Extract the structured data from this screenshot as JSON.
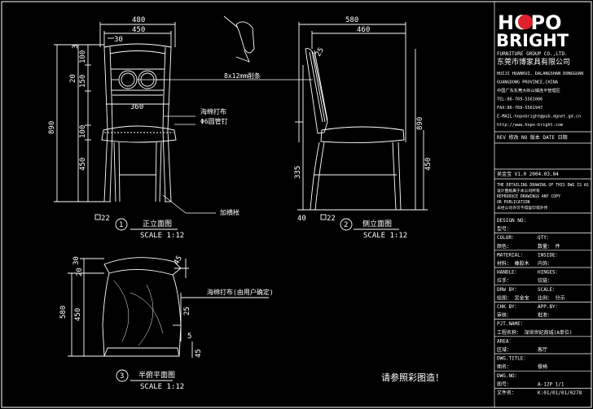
{
  "front_view": {
    "dims": {
      "w480": "480",
      "w450": "450",
      "w30": "30",
      "w360": "360",
      "h3": "3",
      "h100": "100",
      "h20": "20",
      "h150": "150",
      "h890": "890",
      "h100b": "100",
      "h450": "450",
      "b22": "22"
    },
    "title": "正立面图",
    "scale": "SCALE 1:12",
    "number": "1"
  },
  "side_view": {
    "dims": {
      "w580": "580",
      "w460": "460",
      "h25": "25",
      "h890": "890",
      "h335": "335",
      "h450": "450",
      "b40": "40",
      "b22": "22"
    },
    "title": "侧立面图",
    "scale": "SCALE 1:12",
    "number": "2"
  },
  "plan_view": {
    "dims": {
      "h30": "30",
      "h20": "20",
      "h45": "45",
      "h580": "580",
      "h450": "450",
      "h25": "25",
      "h5": "5",
      "h45b": "45"
    },
    "title": "半俯平面图",
    "scale": "SCALE 1:12",
    "number": "3"
  },
  "annotations": {
    "slat": "8x12mm削条",
    "fabric": "海绵打布",
    "nail": "Φ6圆管钉",
    "stretcher": "加横枨",
    "plan_fabric": "海绵打布(由用户确定)",
    "refer_photo": "请参照彩图造！"
  },
  "brand": {
    "logo_top": "HOPO",
    "logo_bottom": "BRIGHT",
    "company_en": "FURNITURE GROUP CO.,LTD.",
    "company_cn": "东莞市博家具有限公司"
  },
  "title_block": {
    "address_lines": [
      "HUIJI HUANKUI, DALANGSHAN DONGGUAN",
      "GUANGDONG PROVINCE,CHINA",
      "中国广东东莞大岭山镇连平管理区",
      "TEL:86-769-5561006",
      "FAX:86-769-5561947",
      "E-MAIL:hopobright@pub.dgnet.gd.cn",
      "http://www.hopo-bright.com"
    ],
    "rev_header": "REV 修改  NO 版本  DATE 日期",
    "rev_row": "吴金宝   V1.0  2004.03.04",
    "notice_lines": [
      "THE DETAILING DRAWING OF THIS DWG IS AS",
      "设计图纸属于本公司所有",
      "REPRODUCE DRAWINGS ANY COPY",
      "OR PUBLICATION",
      "未经公司许可不得复印或外传"
    ],
    "rows": [
      {
        "l": "DESIGN NO:",
        "r": ""
      },
      {
        "l": "型号：",
        "r": ""
      },
      {
        "l": "COLOR：",
        "r": "QTY："
      },
      {
        "l": "颜色：",
        "r": "数量：   件"
      },
      {
        "l": "MATERIAL：",
        "r": "INSIDE："
      },
      {
        "l": "材料：  橡胶木",
        "r": "内饰："
      },
      {
        "l": "HANDLE：",
        "r": "HINGES："
      },
      {
        "l": "拉手：",
        "r": "铰链："
      },
      {
        "l": "DRW BY：",
        "r": "SCALE："
      },
      {
        "l": "绘图：  吴金宝",
        "r": "比例：  分示"
      },
      {
        "l": "CHK BY：",
        "r": "APP.BY："
      },
      {
        "l": "审核：",
        "r": "批准："
      },
      {
        "l": "PJT.NAME：",
        "r": ""
      },
      {
        "l": "工程名称：  深圳世纪商城(A单位)",
        "r": ""
      },
      {
        "l": "AREA：",
        "r": ""
      },
      {
        "l": "区域：",
        "r": "客厅"
      },
      {
        "l": "DWG.TITLE：",
        "r": ""
      },
      {
        "l": "图名：",
        "r": "餐椅"
      },
      {
        "l": "DWG.NO：",
        "r": ""
      },
      {
        "l": "图号：",
        "r": "A-12P    1/1"
      },
      {
        "l": "文件名：",
        "r": "K:01/01/01/0278"
      }
    ]
  },
  "colors": {
    "background": "#000000",
    "lines": "#ffffff",
    "accent": "#ffff00",
    "logo_o": "#e0202a"
  }
}
